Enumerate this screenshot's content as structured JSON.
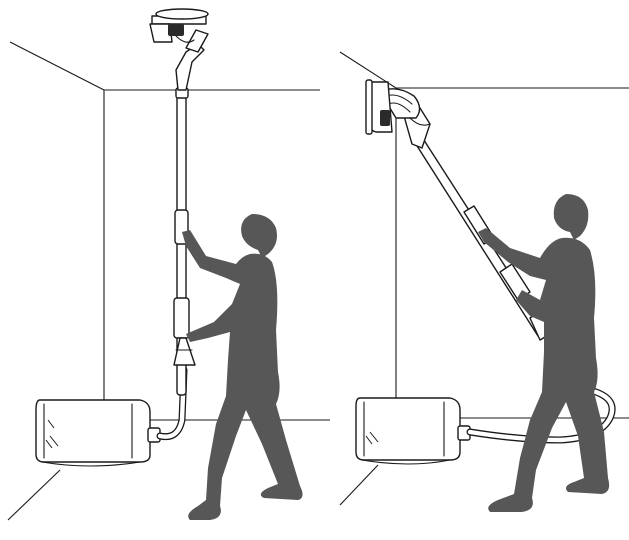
{
  "scenes": [
    {
      "id": "left",
      "tool_position": "vertical",
      "surface": "ceiling"
    },
    {
      "id": "right",
      "tool_position": "angled",
      "surface": "wall-ceiling-corner"
    }
  ],
  "colors": {
    "figure": "#575757",
    "line": "#1a1a1a",
    "background": "#ffffff"
  }
}
